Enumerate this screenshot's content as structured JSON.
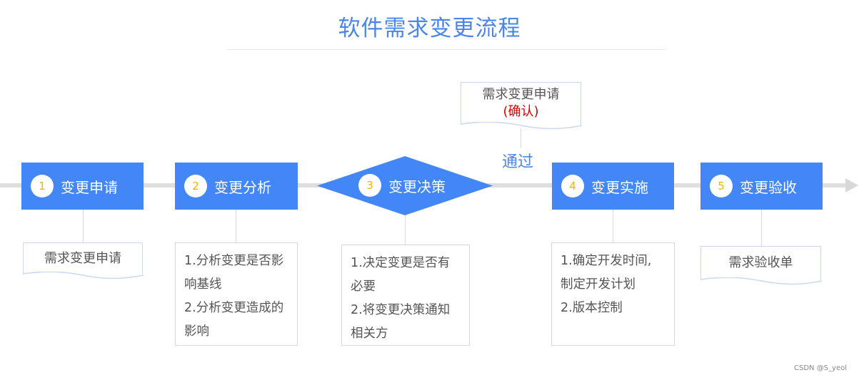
{
  "title": "软件需求变更流程",
  "stages": [
    {
      "num": "1",
      "label": "变更申请"
    },
    {
      "num": "2",
      "label": "变更分析"
    },
    {
      "num": "3",
      "label": "变更决策"
    },
    {
      "num": "4",
      "label": "变更实施"
    },
    {
      "num": "5",
      "label": "变更验收"
    }
  ],
  "docs": {
    "request": "需求变更申请",
    "confirm_title": "需求变更申请",
    "confirm_sub": "(确认)",
    "acceptance": "需求验收单"
  },
  "pass_label": "通过",
  "details": {
    "analysis": [
      "1.分析变更是否影",
      "响基线",
      "2.分析变更造成的",
      "影响"
    ],
    "decision": [
      "1.决定变更是否有",
      "必要",
      "2.将变更决策通知",
      "相关方"
    ],
    "implement": [
      "1.确定开发时间,",
      "制定开发计划",
      "2.版本控制"
    ]
  },
  "colors": {
    "stage_fill": "#4287f5",
    "number": "#f0b400",
    "title": "#4a86e8",
    "confirm": "#d60000"
  },
  "watermark": "CSDN @S_yeol"
}
